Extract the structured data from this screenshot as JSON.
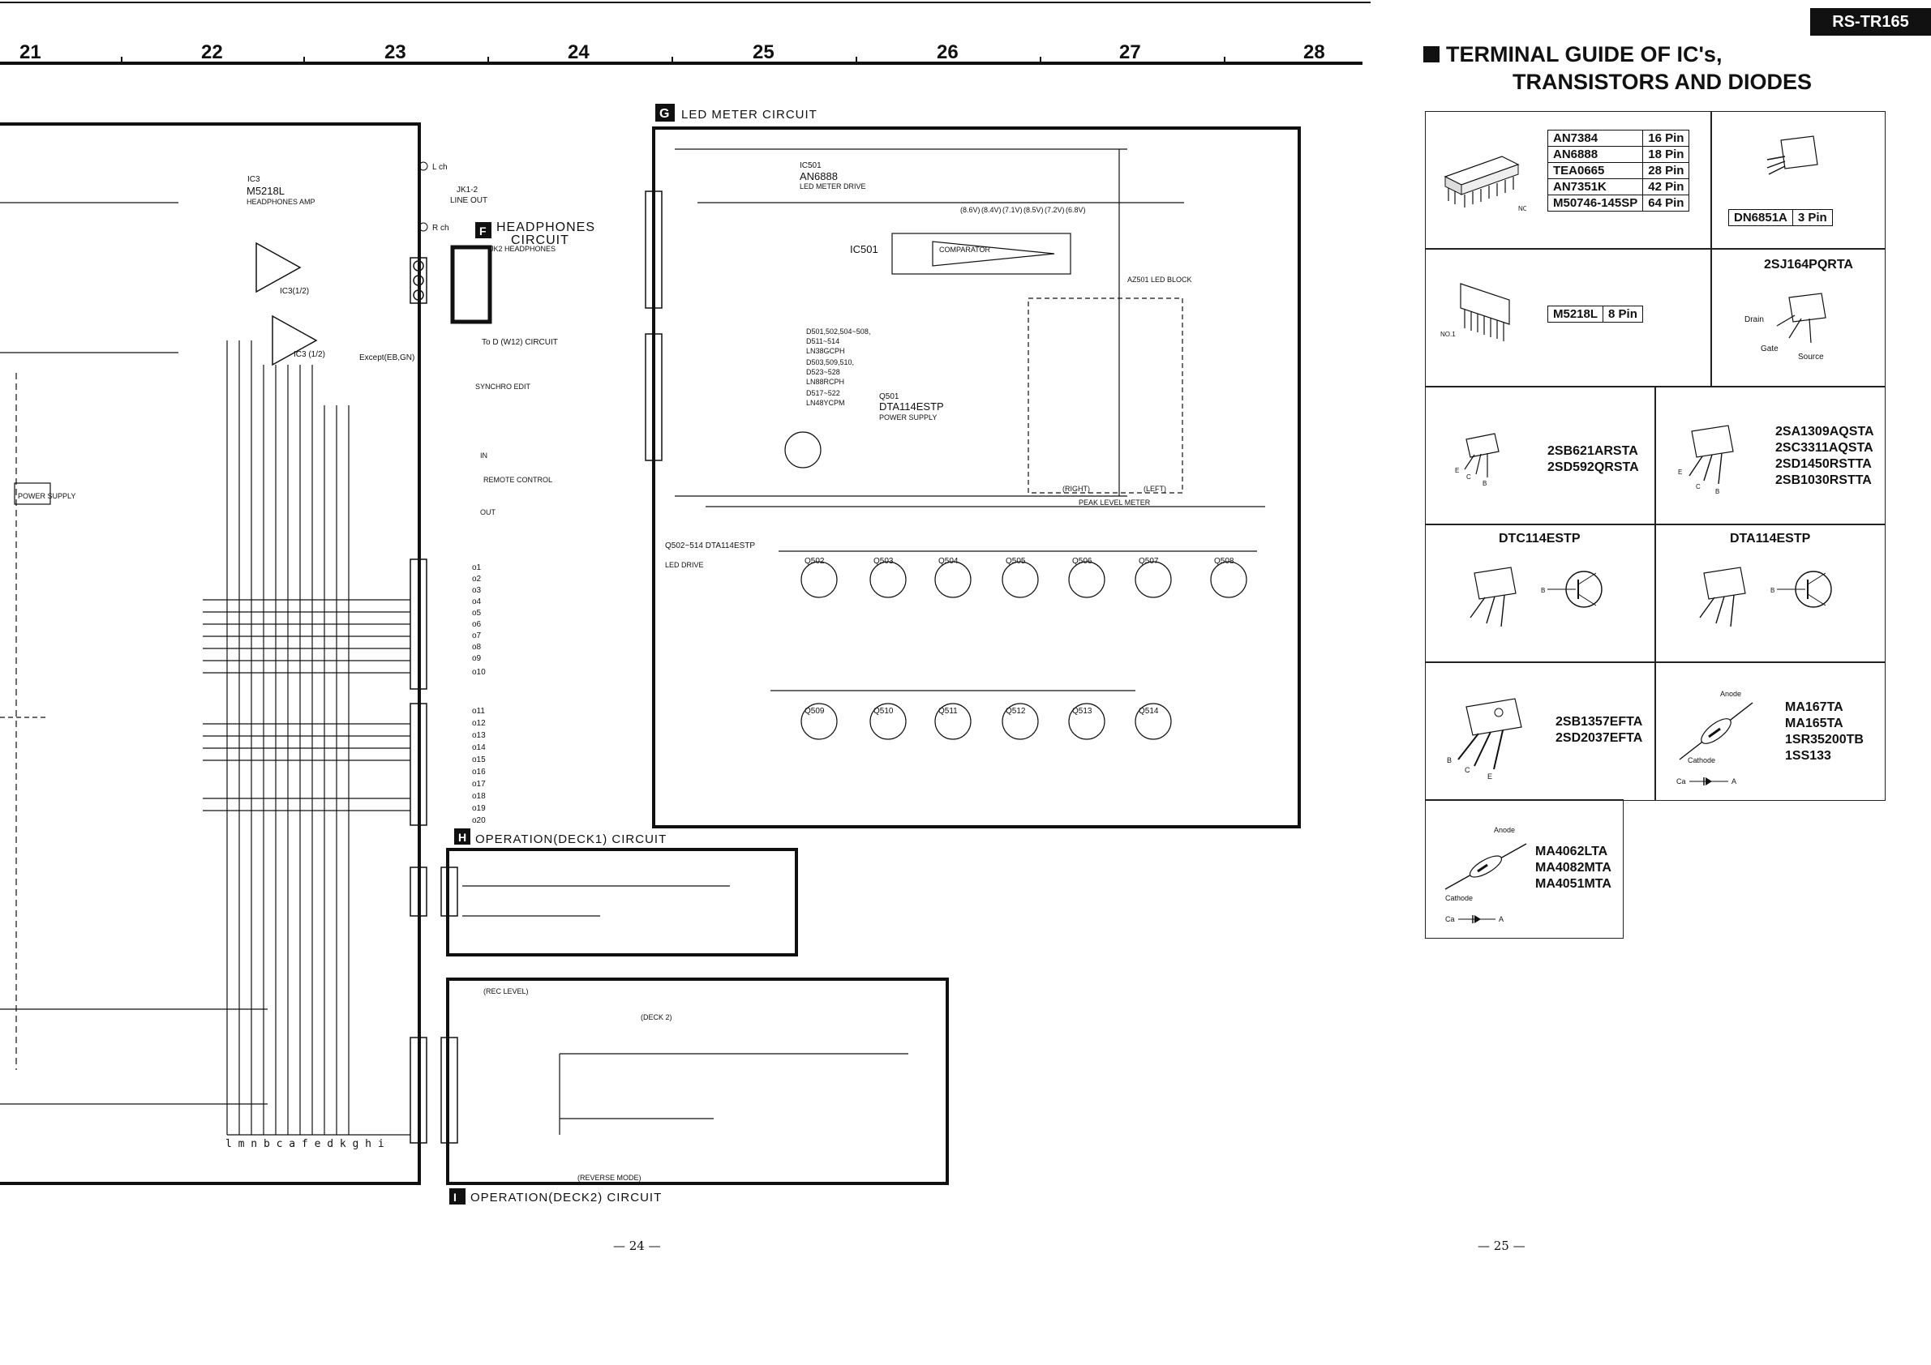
{
  "header": {
    "model": "RS-TR165",
    "ruler_numbers": [
      "21",
      "22",
      "23",
      "24",
      "25",
      "26",
      "27",
      "28"
    ]
  },
  "guide": {
    "title_line1": "TERMINAL GUIDE OF IC's,",
    "title_line2": "TRANSISTORS AND DIODES",
    "ic_table": [
      {
        "name": "AN7384",
        "pins": "16 Pin"
      },
      {
        "name": "AN6888",
        "pins": "18 Pin"
      },
      {
        "name": "TEA0665",
        "pins": "28 Pin"
      },
      {
        "name": "AN7351K",
        "pins": "42 Pin"
      },
      {
        "name": "M50746-145SP",
        "pins": "64 Pin"
      }
    ],
    "dn_part": {
      "name": "DN6851A",
      "pins": "3 Pin"
    },
    "m5218": {
      "name": "M5218L",
      "pins": "8 Pin"
    },
    "fet": {
      "name": "2SJ164PQRTA",
      "drain": "Drain",
      "gate": "Gate",
      "source": "Source"
    },
    "trans_a": [
      "2SB621ARSTA",
      "2SD592QRSTA"
    ],
    "trans_b": [
      "2SA1309AQSTA",
      "2SC3311AQSTA",
      "2SD1450RSTTA",
      "2SB1030RSTTA"
    ],
    "dtc": "DTC114ESTP",
    "dta": "DTA114ESTP",
    "trans_c": [
      "2SB1357EFTA",
      "2SD2037EFTA"
    ],
    "diodes_a": [
      "MA167TA",
      "MA165TA",
      "1SR35200TB",
      "1SS133"
    ],
    "diodes_b": [
      "MA4062LTA",
      "MA4082MTA",
      "MA4051MTA"
    ],
    "anode": "Anode",
    "cathode": "Cathode",
    "ca_label": "Ca",
    "a_label": "A",
    "pin_no1": "NO.1",
    "pin_labels": {
      "b": "B",
      "c": "C",
      "e": "E"
    }
  },
  "schematic": {
    "headphones": {
      "letter": "F",
      "title": "HEADPHONES",
      "title2": "CIRCUIT",
      "jack": "JK2 HEADPHONES",
      "to_w12": "To D (W12) CIRCUIT"
    },
    "led_meter": {
      "letter": "G",
      "title": "LED METER CIRCUIT",
      "ic": "IC501",
      "ic_part": "AN6888",
      "ic_desc": "LED METER DRIVE",
      "comparator": "COMPARATOR",
      "q501": "Q501",
      "q501_part": "DTA114ESTP",
      "q501_desc": "POWER SUPPLY",
      "led_block": "AZ501 LED BLOCK",
      "peak": "PEAK LEVEL METER",
      "right": "(RIGHT)",
      "left": "(LEFT)",
      "drive_part": "Q502~514 DTA114ESTP",
      "drive_desc": "LED DRIVE",
      "diode_list": [
        "D501,502,504~508,",
        "D511~514",
        "LN38GCPH",
        "D503,509,510,",
        "D523~528",
        "LN88RCPH",
        "D517~522",
        "LN48YCPM"
      ]
    },
    "ic3": {
      "name": "IC3",
      "part": "M5218L",
      "desc": "HEADPHONES AMP",
      "half1": "IC3(1/2)",
      "half2": "IC3 (1/2)"
    },
    "jk1": {
      "name": "JK1-2",
      "desc": "LINE OUT",
      "lch": "L ch",
      "rch": "R ch"
    },
    "op1": {
      "letter": "H",
      "title": "OPERATION(DECK1) CIRCUIT"
    },
    "op2": {
      "letter": "I",
      "title": "OPERATION(DECK2) CIRCUIT",
      "rec_level": "(REC LEVEL)",
      "deck2": "(DECK 2)",
      "reverse_mode": "(REVERSE MODE)"
    },
    "misc": {
      "except": "Except(EB,GN)",
      "synchro": "SYNCHRO EDIT",
      "remote": "REMOTE CONTROL",
      "in": "IN",
      "out": "OUT",
      "power": "POWER SUPPLY"
    },
    "q_drive_top": [
      "Q502",
      "Q503",
      "Q504",
      "Q505",
      "Q506",
      "Q507",
      "Q508"
    ],
    "q_drive_bottom": [
      "Q509",
      "Q510",
      "Q511",
      "Q512",
      "Q513",
      "Q514"
    ],
    "connector_labels_left": [
      "o1",
      "o2",
      "o3",
      "o4",
      "o5",
      "o6",
      "o7",
      "o8",
      "o9",
      "o10"
    ],
    "connector_labels_right": [
      "o11",
      "o12",
      "o13",
      "o14",
      "o15",
      "o16",
      "o17",
      "o18",
      "o19",
      "o20"
    ],
    "meter_values_top": [
      "(8.6V)",
      "(8.4V)",
      "(7.1V)",
      "(8.5V)",
      "(7.2V)",
      "(6.8V)"
    ],
    "bus_letters": "l m n b c a f e d k g h i"
  },
  "footer": {
    "page_left": "— 24 —",
    "page_right": "— 25 —"
  }
}
